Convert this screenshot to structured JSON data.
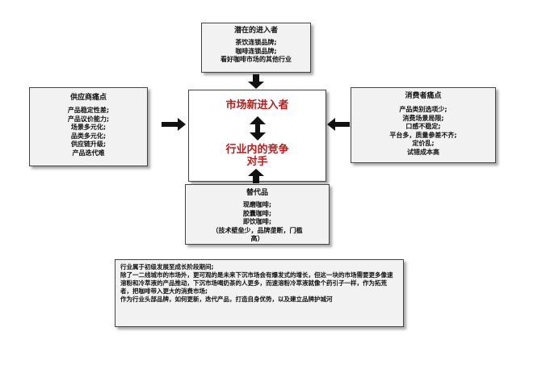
{
  "top_box": {
    "title": "潜在的进入者",
    "lines": [
      "茶饮连锁品牌;",
      "咖啡连锁品牌;",
      "看好咖啡市场的其他行业"
    ]
  },
  "left_box": {
    "title": "供应商痛点",
    "lines": [
      "产品稳定性差;",
      "产品议价能力;",
      "场景多元化;",
      "品类多元化;",
      "供应链升级;",
      "产品迭代难"
    ]
  },
  "right_box": {
    "title": "消费者痛点",
    "lines": [
      "产品类别选项少;",
      "消费场景局限;",
      "口感不稳定;",
      "平台多，质量参差不齐;",
      "定价乱;",
      "试错成本高"
    ]
  },
  "bottom_box": {
    "title": "替代品",
    "lines": [
      "现磨咖啡;",
      "胶囊咖啡;",
      "即饮咖啡;",
      "（技术壁垒少，品牌垄断，门槛",
      "高）"
    ]
  },
  "center_box": {
    "line1": "市场新进入者",
    "line2": "行业内的竞争",
    "line3": "对手"
  },
  "summary": {
    "lines": [
      "行业属于初级发展至成长阶段期间;",
      "除了一二线城市的市场外，更可观的是未来下沉市场会有爆发式的增长，但这一块的市场需要更多像速溶粉和冷萃液的产品推动，下沉市场喝奶茶的人更多，而速溶粉冷萃液就像个药引子一样，作为拓荒者，把咖啡带入更大的消费市场;",
      "作为行业头部品牌，如何更新，迭代产品，打造自身优势，以及建立品牌护城河"
    ]
  },
  "colors": {
    "accent_red": "#b71c1c",
    "box_fill": "#f2f2f2",
    "arrow": "#111111"
  }
}
